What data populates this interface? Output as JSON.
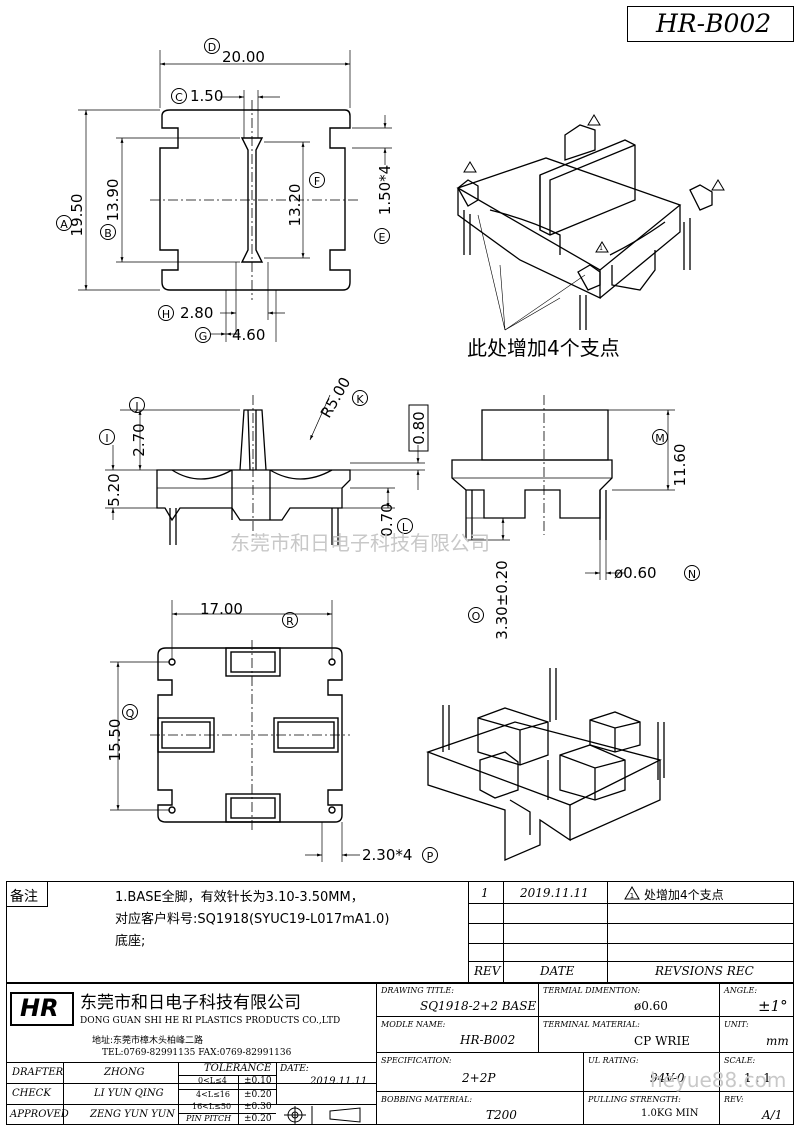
{
  "drawing_number": "HR-B002",
  "watermark": "东莞市和日电子科技有限公司",
  "watermark_site": "heyue88.com",
  "callouts": {
    "support_note": "此处增加4个支点",
    "warn_mark": "1"
  },
  "dimensions": {
    "A": {
      "letter": "A",
      "value": "19.50"
    },
    "B": {
      "letter": "B",
      "value": "13.90"
    },
    "C": {
      "letter": "C",
      "value": "1.50"
    },
    "D": {
      "letter": "D",
      "value": "20.00"
    },
    "E": {
      "letter": "E",
      "value": "1.50*4"
    },
    "F": {
      "letter": "F",
      "value": "13.20"
    },
    "G": {
      "letter": "G",
      "value": "4.60"
    },
    "H": {
      "letter": "H",
      "value": "2.80"
    },
    "I": {
      "letter": "I",
      "value": "5.20"
    },
    "J": {
      "letter": "J",
      "value": "2.70"
    },
    "K": {
      "letter": "K",
      "value": "R5.00"
    },
    "L": {
      "letter": "L",
      "value": "0.70"
    },
    "M": {
      "letter": "M",
      "value": "11.60"
    },
    "N": {
      "letter": "N",
      "value": "ø0.60"
    },
    "O": {
      "letter": "O",
      "value": "3.30±0.20"
    },
    "P": {
      "letter": "P",
      "value": "2.30*4"
    },
    "Q": {
      "letter": "Q",
      "value": "15.50"
    },
    "R": {
      "letter": "R",
      "value": "17.00"
    },
    "boxed": "0.80"
  },
  "notes": {
    "label": "备注",
    "line1": "1.BASE全脚，有效针长为3.10-3.50MM，",
    "line2": "对应客户料号:SQ1918(SYUC19-L017mA1.0)",
    "line3": "底座;"
  },
  "revision": {
    "rows": [
      {
        "rev": "1",
        "date": "2019.11.11",
        "desc": "处增加4个支点"
      }
    ],
    "head_rev": "REV",
    "head_date": "DATE",
    "head_desc": "REVSIONS  REC"
  },
  "title_block": {
    "logo": "HR",
    "company_cn": "东莞市和日电子科技有限公司",
    "company_en": "DONG GUAN SHI HE RI  PLASTICS PRODUCTS  CO.,LTD",
    "address": "地址:东莞市樟木头柏峰二路",
    "phone": "TEL:0769-82991135    FAX:0769-82991136",
    "drafter_label": "DRAFTER",
    "drafter": "ZHONG",
    "check_label": "CHECK",
    "check": "LI YUN QING",
    "approved_label": "APPROVED",
    "approved": "ZENG YUN YUN",
    "tolerance_label": "TOLERANCE",
    "tol_rows": [
      {
        "range": "0<L≤4",
        "val": "±0.10"
      },
      {
        "range": "4<L≤16",
        "val": "±0.20"
      },
      {
        "range": "16<L≤50",
        "val": "±0.30"
      },
      {
        "range": "PIN PITCH",
        "val": "±0.20"
      }
    ],
    "date_label": "DATE:",
    "date": "2019.11.11",
    "drawing_title_label": "DRAWING TITLE:",
    "drawing_title": "SQ1918-2+2 BASE",
    "terminal_dim_label": "TERMIAL DIMENTION:",
    "terminal_dim": "ø0.60",
    "angle_label": "ANGLE:",
    "angle": "±1°",
    "model_label": "MODLE NAME:",
    "model": "HR-B002",
    "terminal_mat_label": "TERMINAL MATERIAL:",
    "terminal_mat": "CP WRIE",
    "unit_label": "UNIT:",
    "unit": "mm",
    "spec_label": "SPECIFICATION:",
    "spec": "2+2P",
    "ul_label": "UL RATING:",
    "ul": "94V-0",
    "scale_label": "SCALE:",
    "scale": "1 : 1",
    "bobbin_mat_label": "BOBBING MATERIAL:",
    "bobbin_mat": "T200",
    "pull_label": "PULLING STRENGTH:",
    "pull": "1.0KG MIN",
    "rev_label": "REV:",
    "rev": "A/1"
  }
}
